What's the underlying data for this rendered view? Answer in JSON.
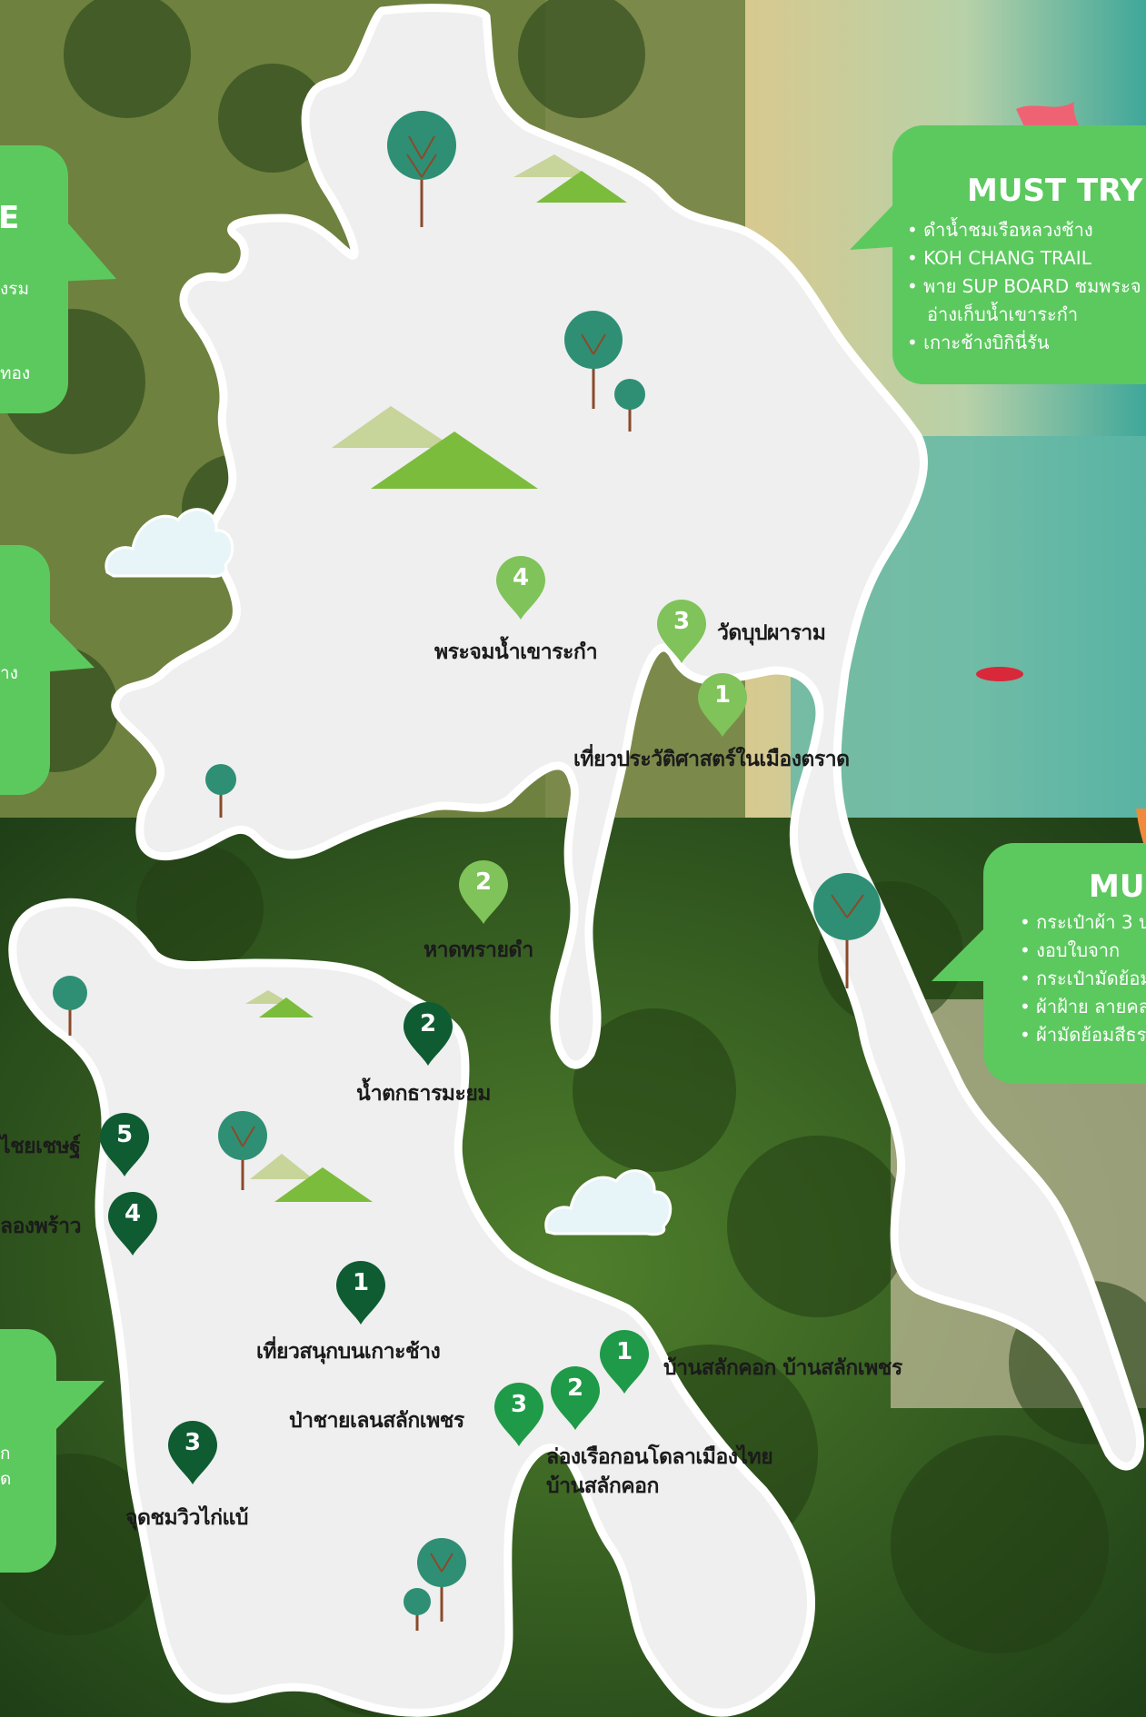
{
  "colors": {
    "land": "#efefef",
    "panel": "#5cc95f",
    "pin_light": "#7fc35a",
    "pin_mid": "#1f9a48",
    "pin_dark": "#0f5c33",
    "tree": "#2e8f75",
    "mountain": "#7cbc3c"
  },
  "panels": {
    "top_right": {
      "title": "MUST TRY",
      "items": [
        "ดำน้ำชมเรือหลวงช้าง",
        "KOH CHANG TRAIL",
        "พาย SUP BOARD ชมพระจ",
        "อ่างเก็บน้ำเขาระกำ",
        "เกาะช้างบิกินี่รัน"
      ]
    },
    "mid_right": {
      "title": "MUS",
      "items": [
        "กระเป๋าผ้า 3 ป",
        "งอบใบจาก",
        "กระเป๋ามัดย้อม",
        "ผ้าฝ้าย ลายคล",
        "ผ้ามัดย้อมสีธร"
      ]
    },
    "left_1": {
      "title": "E",
      "items": [
        "งรม",
        "ทอง"
      ]
    },
    "left_2": {
      "items": [
        "าง"
      ]
    },
    "left_3": {
      "items": [
        "ก",
        "ูด"
      ]
    }
  },
  "markers": [
    {
      "number": "4",
      "label": "พระจมน้ำเขาระกำ",
      "tone": "light"
    },
    {
      "number": "3",
      "label": "วัดบุปผาราม",
      "tone": "light"
    },
    {
      "number": "1",
      "label": "เที่ยวประวัติศาสตร์ในเมืองตราด",
      "tone": "light"
    },
    {
      "number": "2",
      "label": "หาดทรายดำ",
      "tone": "light"
    },
    {
      "number": "2",
      "label": "น้ำตกธารมะยม",
      "tone": "dark"
    },
    {
      "number": "5",
      "label": "ไชยเชษฐ์",
      "tone": "dark"
    },
    {
      "number": "4",
      "label": "ลองพร้าว",
      "tone": "dark"
    },
    {
      "number": "1",
      "label": "เที่ยวสนุกบนเกาะช้าง",
      "tone": "dark"
    },
    {
      "number": "3",
      "label": "จุดชมวิวไก่แบ้",
      "tone": "dark"
    },
    {
      "number": "1",
      "label": "บ้านสลักคอก บ้านสลักเพชร",
      "tone": "mid"
    },
    {
      "number": "2",
      "label": "ล่องเรือกอนโดลาเมืองไทย",
      "label2": "บ้านสลักคอก",
      "tone": "mid"
    },
    {
      "number": "3",
      "label": "ป่าชายเลนสลักเพชร",
      "tone": "mid"
    }
  ]
}
